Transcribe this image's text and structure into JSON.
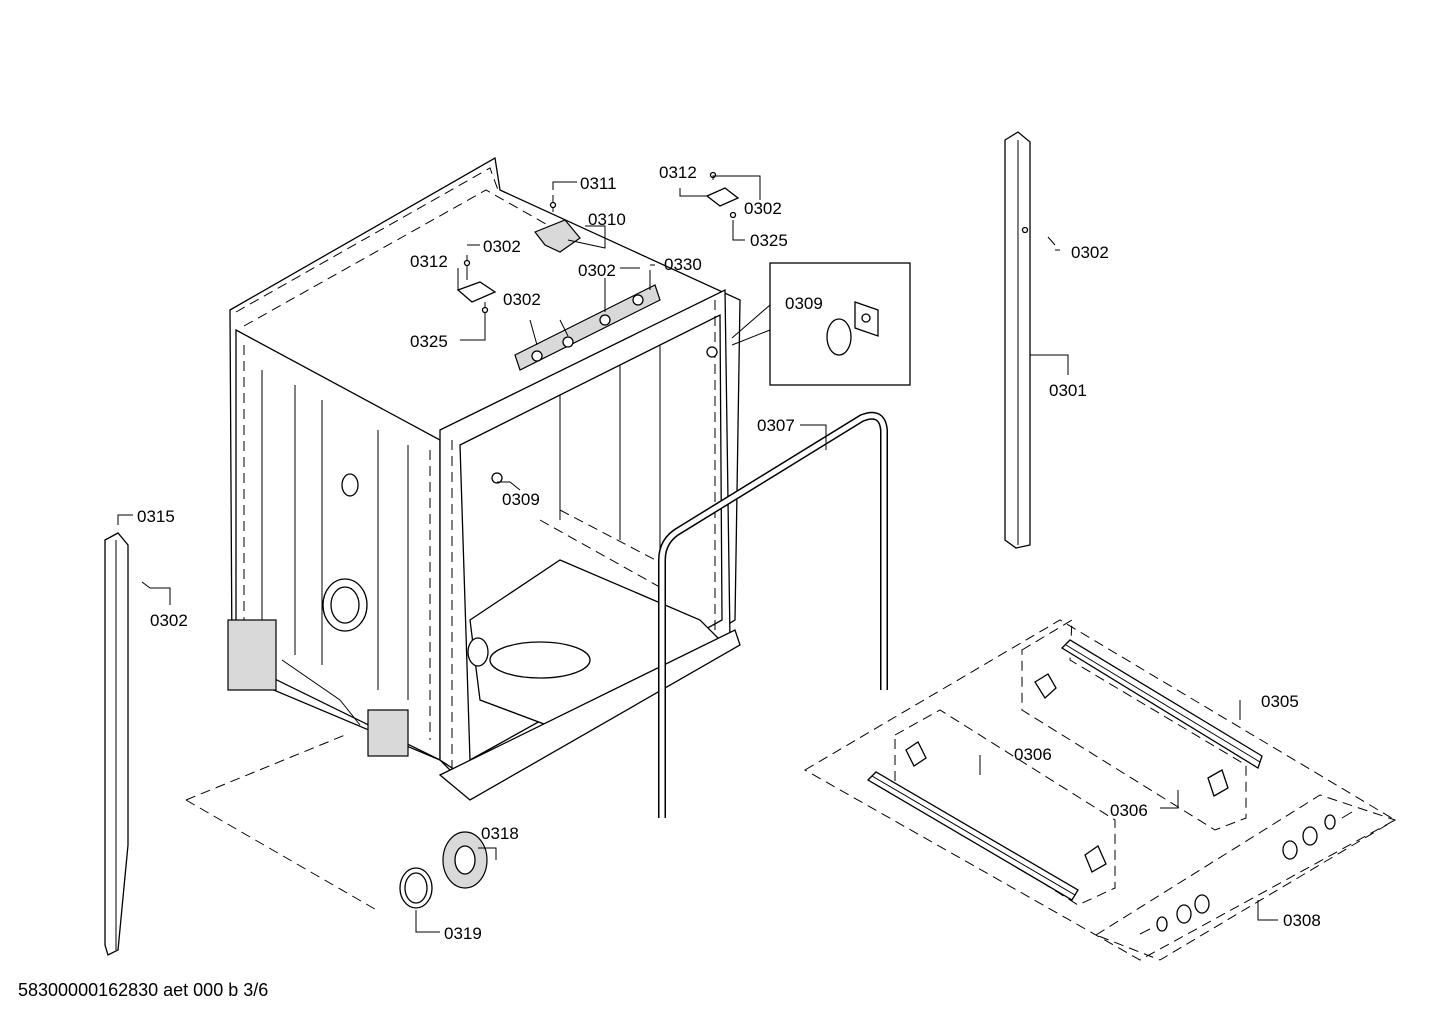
{
  "diagram": {
    "part_labels": [
      {
        "id": "p0311",
        "text": "0311"
      },
      {
        "id": "p0310",
        "text": "0310"
      },
      {
        "id": "p0312a",
        "text": "0312"
      },
      {
        "id": "p0302a",
        "text": "0302"
      },
      {
        "id": "p0325a",
        "text": "0325"
      },
      {
        "id": "p0312b",
        "text": "0312"
      },
      {
        "id": "p0302b",
        "text": "0302"
      },
      {
        "id": "p0325b",
        "text": "0325"
      },
      {
        "id": "p0302c",
        "text": "0302"
      },
      {
        "id": "p0330",
        "text": "0330"
      },
      {
        "id": "p0302d",
        "text": "0302"
      },
      {
        "id": "p0309a",
        "text": "0309"
      },
      {
        "id": "p0302e",
        "text": "0302"
      },
      {
        "id": "p0301",
        "text": "0301"
      },
      {
        "id": "p0307",
        "text": "0307"
      },
      {
        "id": "p0309b",
        "text": "0309"
      },
      {
        "id": "p0315",
        "text": "0315"
      },
      {
        "id": "p0302f",
        "text": "0302"
      },
      {
        "id": "p0305",
        "text": "0305"
      },
      {
        "id": "p0306a",
        "text": "0306"
      },
      {
        "id": "p0306b",
        "text": "0306"
      },
      {
        "id": "p0318",
        "text": "0318"
      },
      {
        "id": "p0319",
        "text": "0319"
      },
      {
        "id": "p0308",
        "text": "0308"
      }
    ]
  },
  "footer": {
    "text": "58300000162830 aet 000 b 3/6"
  }
}
